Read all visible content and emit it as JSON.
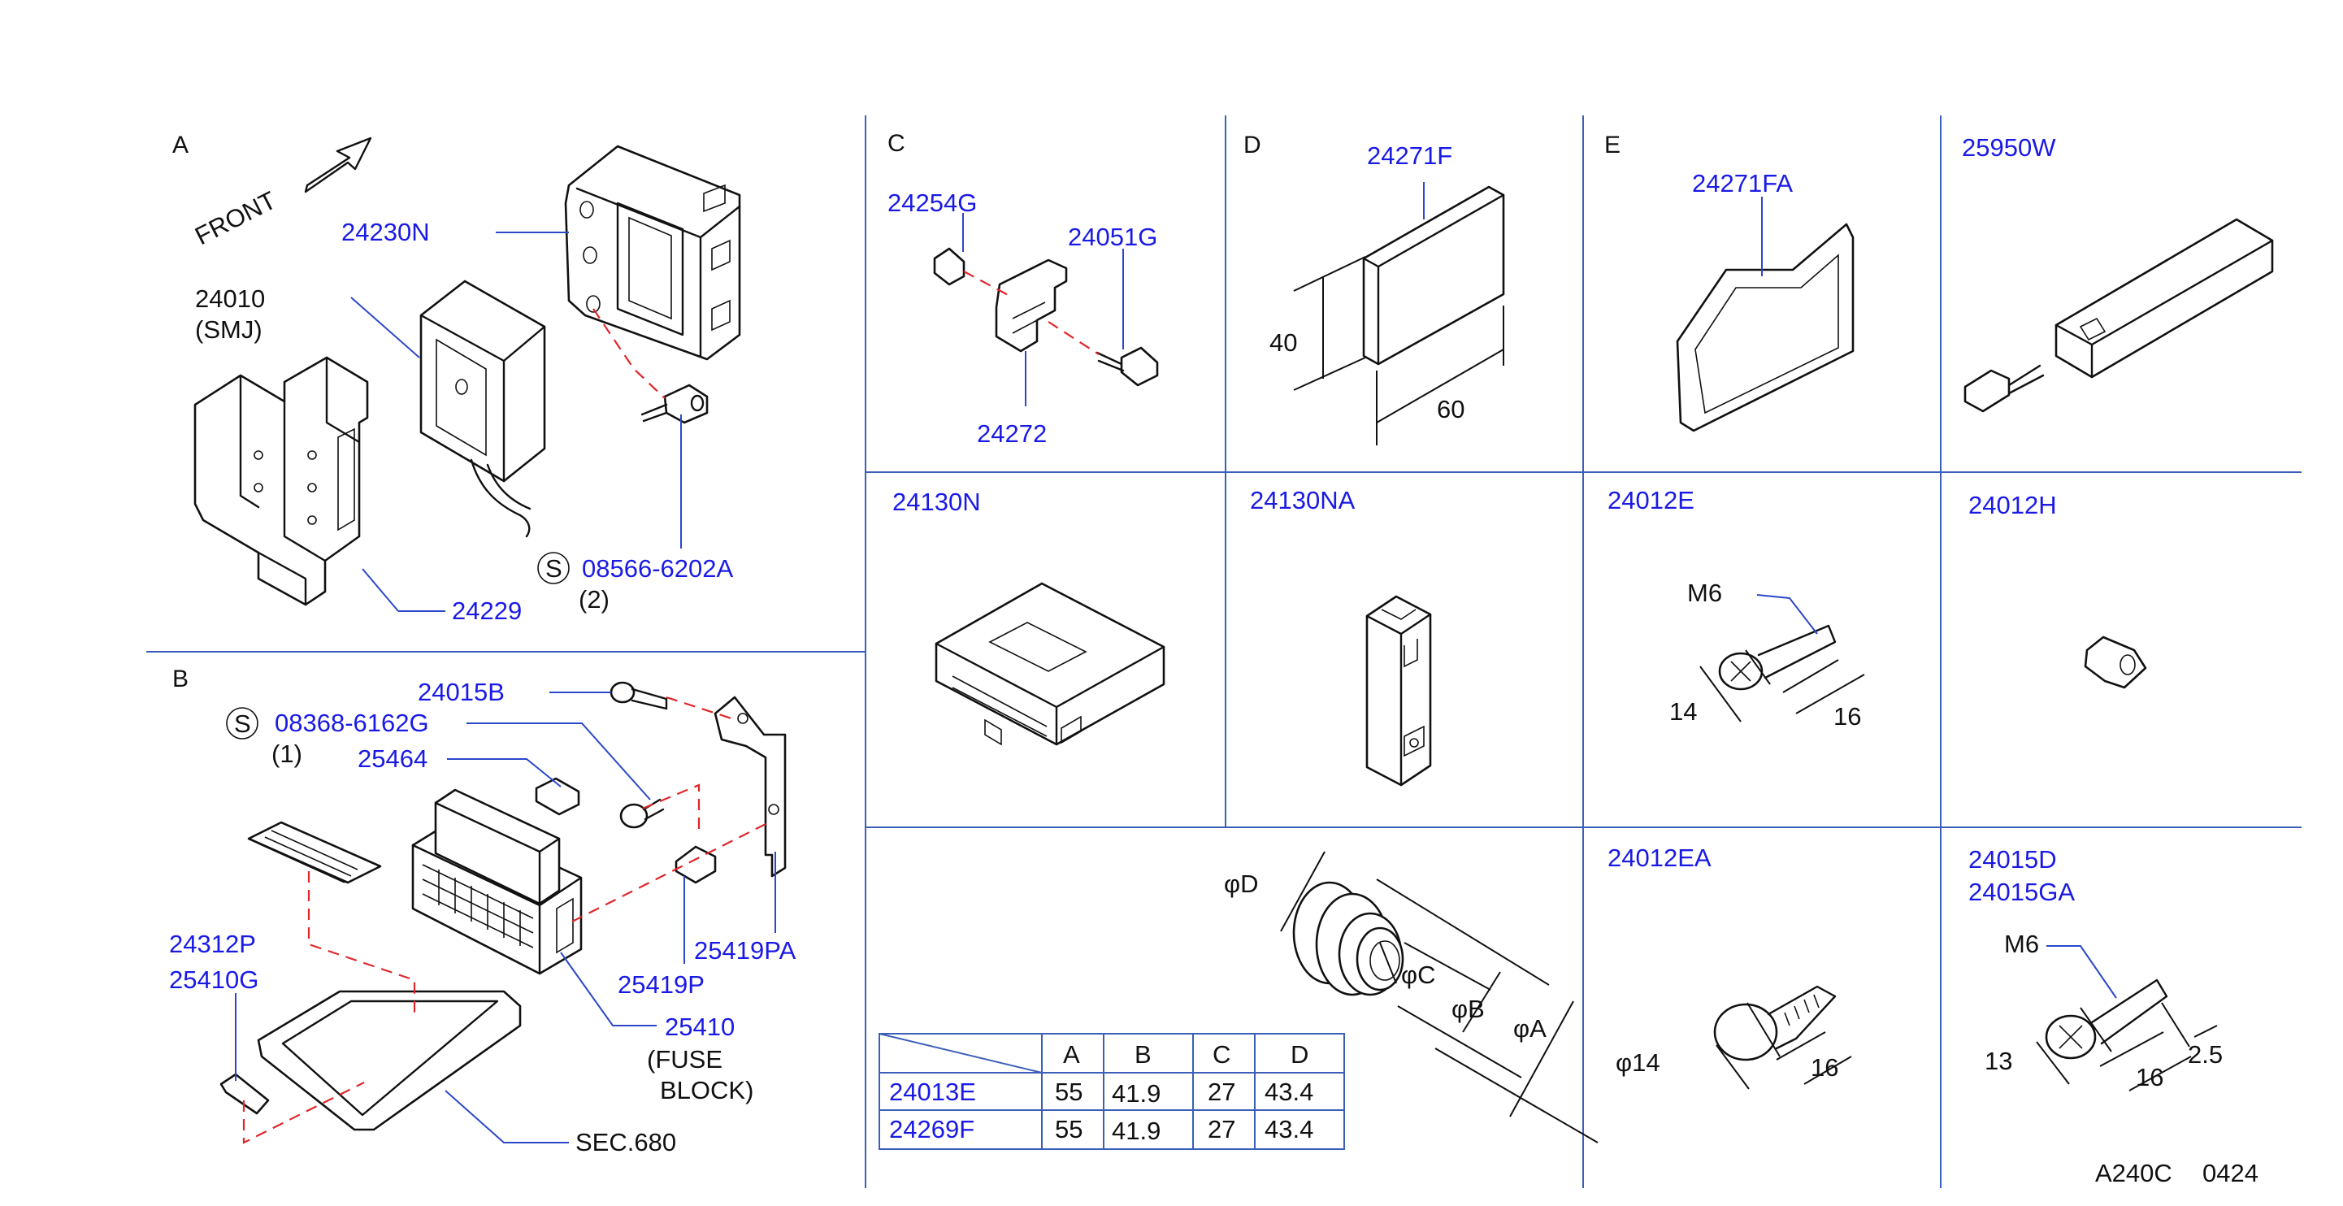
{
  "sections": {
    "a": "A",
    "b": "B",
    "c": "C",
    "d": "D",
    "e": "E"
  },
  "direction": {
    "front": "FRONT"
  },
  "parts": {
    "p24230N": "24230N",
    "p24010": "24010",
    "smj": "(SMJ)",
    "p24229": "24229",
    "p08566": "08566-6202A",
    "qty2": "(2)",
    "p24015B": "24015B",
    "p08368": "08368-6162G",
    "qty1": "(1)",
    "p25464": "25464",
    "p24312P": "24312P",
    "p25410G": "25410G",
    "p25419P": "25419P",
    "p25419PA": "25419PA",
    "p25410": "25410",
    "fuse1": "(FUSE",
    "fuse2": "BLOCK)",
    "sec680": "SEC.680",
    "p24254G": "24254G",
    "p24051G": "24051G",
    "p24272": "24272",
    "p24271F": "24271F",
    "p24271FA": "24271FA",
    "p25950W": "25950W",
    "p24130N": "24130N",
    "p24130NA": "24130NA",
    "p24012E": "24012E",
    "p24012H": "24012H",
    "p24012EA": "24012EA",
    "p24015D": "24015D",
    "p24015GA": "24015GA"
  },
  "symbols": {
    "s1": "S",
    "s2": "S"
  },
  "dimensions": {
    "d40": "40",
    "d60": "60",
    "m6a": "M6",
    "d14a": "14",
    "d16a": "16",
    "phi14": "φ14",
    "d16b": "16",
    "m6b": "M6",
    "d13": "13",
    "d16c": "16",
    "d25": "2.5",
    "phiD": "φD",
    "phiC": "φC",
    "phiB": "φB",
    "phiA": "φA"
  },
  "dim_table": {
    "headers": [
      "A",
      "B",
      "C",
      "D"
    ],
    "rows": [
      {
        "part": "24013E",
        "values": [
          "55",
          "41.9",
          "27",
          "43.4"
        ]
      },
      {
        "part": "24269F",
        "values": [
          "55",
          "41.9",
          "27",
          "43.4"
        ]
      }
    ]
  },
  "footer": {
    "code": "A240C",
    "num": "0424"
  }
}
